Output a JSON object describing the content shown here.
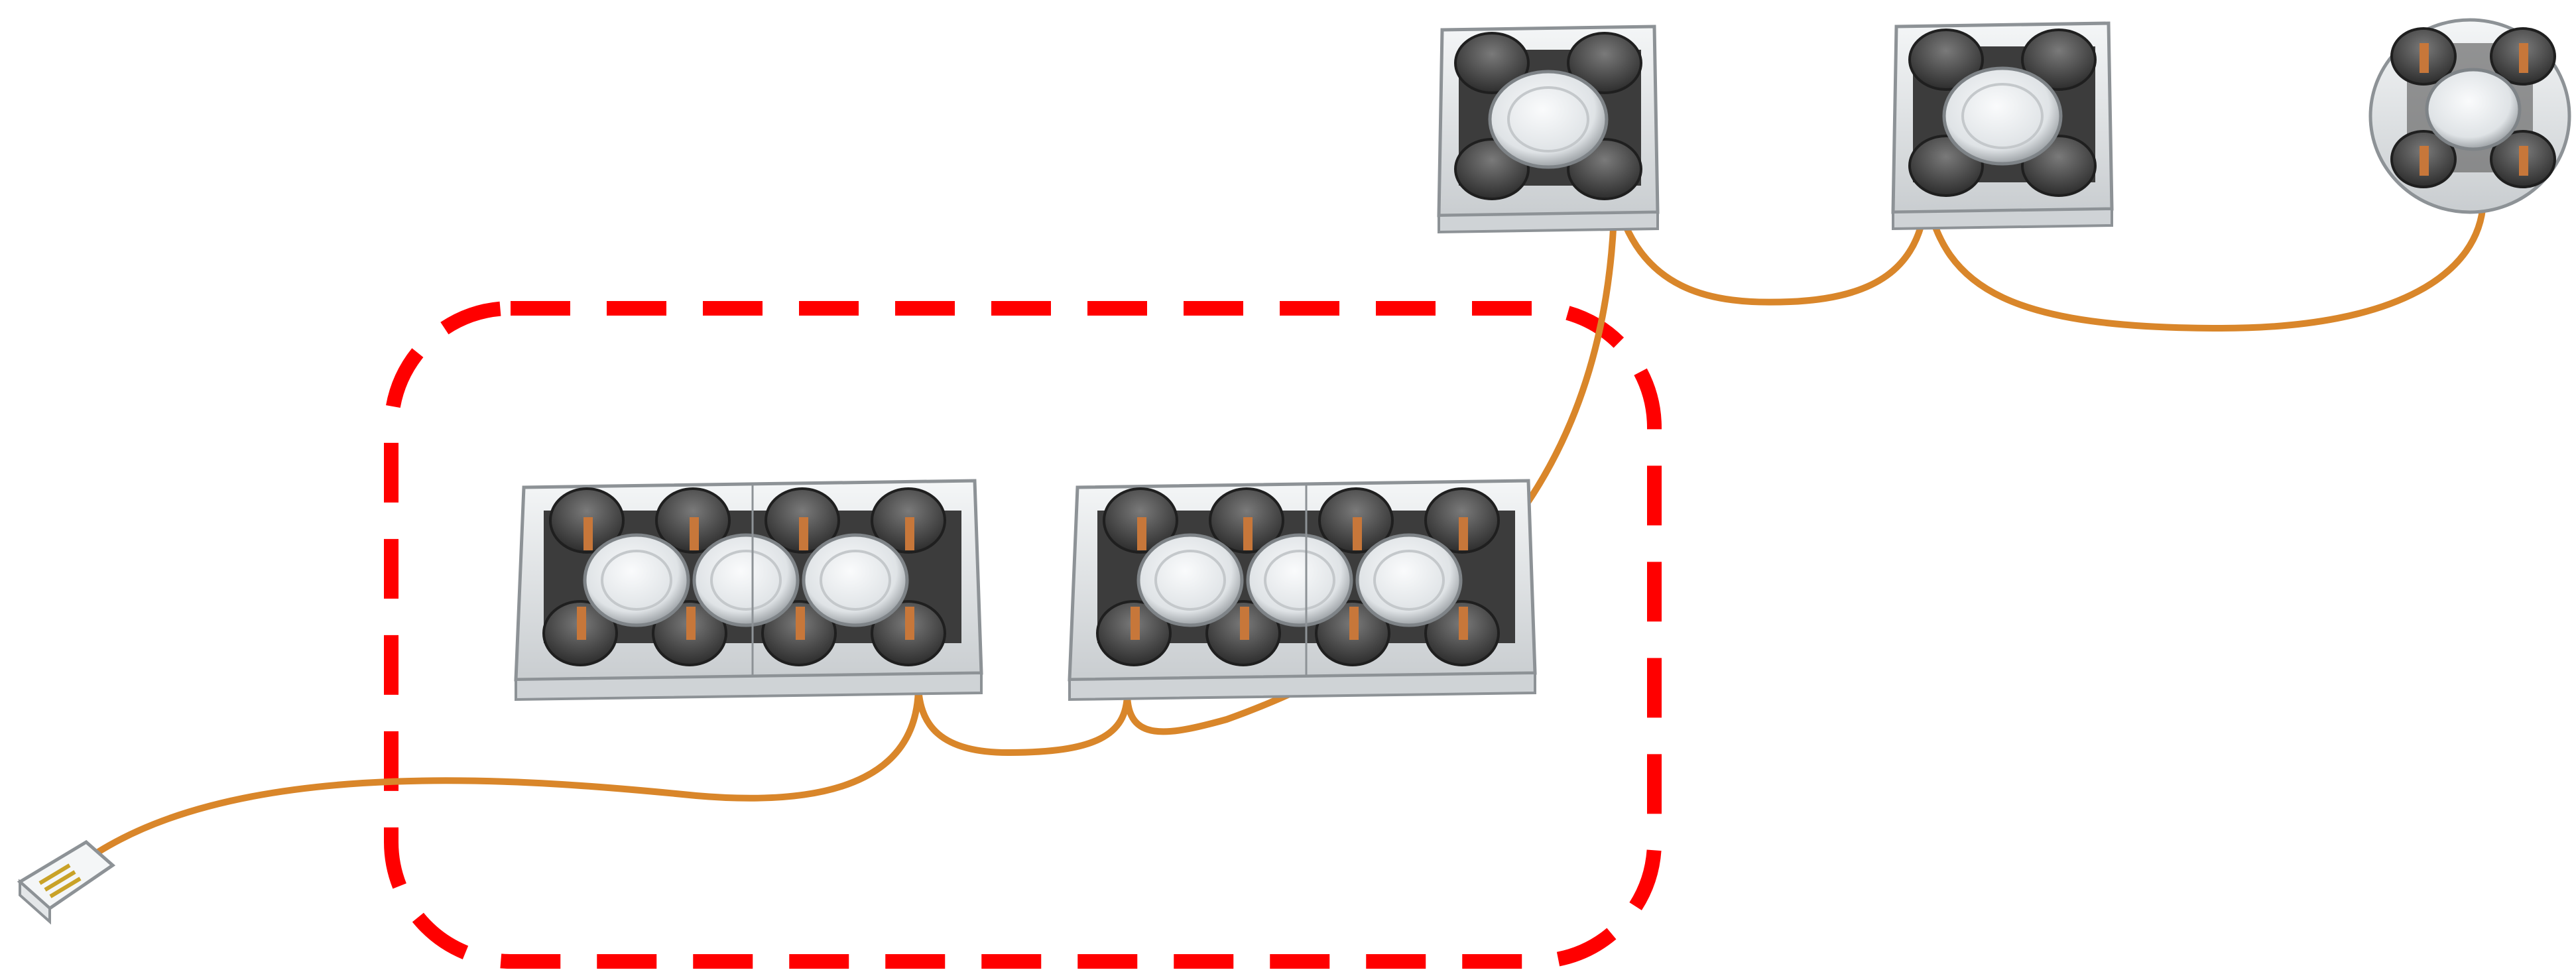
{
  "colors": {
    "background": "#ffffff",
    "wire": "#d9862a",
    "highlight_box": "#ff0000",
    "brick_tint": "#d7dadc",
    "brick_edge": "#9a9ea2",
    "dark_panel": "#3c3c3c",
    "stud_fill": "#f2f4f6",
    "copper_pin": "#c7773a"
  },
  "components": {
    "connector_plug": {
      "icon": "rj-plug-icon"
    },
    "plate_2x4": {
      "count": 2,
      "icon": "led-plate-2x4-icon"
    },
    "plate_2x2": {
      "count": 2,
      "icon": "led-plate-2x2-icon"
    },
    "round_plate": {
      "count": 1,
      "icon": "round-led-plate-icon"
    },
    "wire": {
      "icon": "wire-icon"
    },
    "highlight": {
      "style": "dashed rounded rectangle",
      "grouped": "plate_2x4 ×2"
    }
  }
}
